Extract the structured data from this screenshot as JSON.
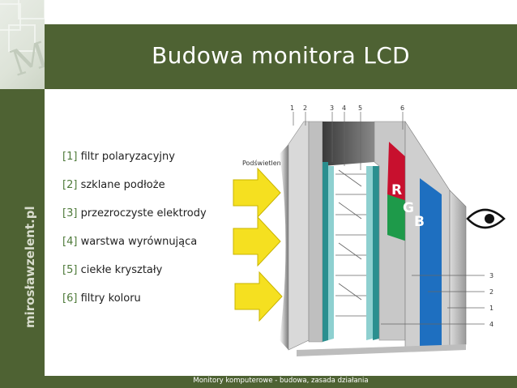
{
  "slide": {
    "title": "Budowa monitora LCD",
    "sidebar_brand": "mirosławzelent.pl",
    "footer": "Monitory komputerowe - budowa, zasada działania"
  },
  "legend": [
    {
      "num": "[1]",
      "label": "filtr polaryzacyjny"
    },
    {
      "num": "[2]",
      "label": "szklane podłoże"
    },
    {
      "num": "[3]",
      "label": "przezroczyste elektrody"
    },
    {
      "num": "[4]",
      "label": "warstwa wyrównująca"
    },
    {
      "num": "[5]",
      "label": "ciekłe kryształy"
    },
    {
      "num": "[6]",
      "label": "filtry koloru"
    }
  ],
  "diagram": {
    "backlight_label": "Podświetlenie",
    "top_numbers": [
      "1",
      "2",
      "3",
      "4",
      "5",
      "6"
    ],
    "side_numbers": [
      "3",
      "2",
      "1",
      "4"
    ],
    "color_letters": [
      "R",
      "G",
      "B"
    ],
    "colors": {
      "red": "#c8102e",
      "green": "#1e9a4a",
      "blue": "#2a6fc0",
      "arrow": "#f5e020",
      "teal": "#2a8f8f"
    }
  }
}
